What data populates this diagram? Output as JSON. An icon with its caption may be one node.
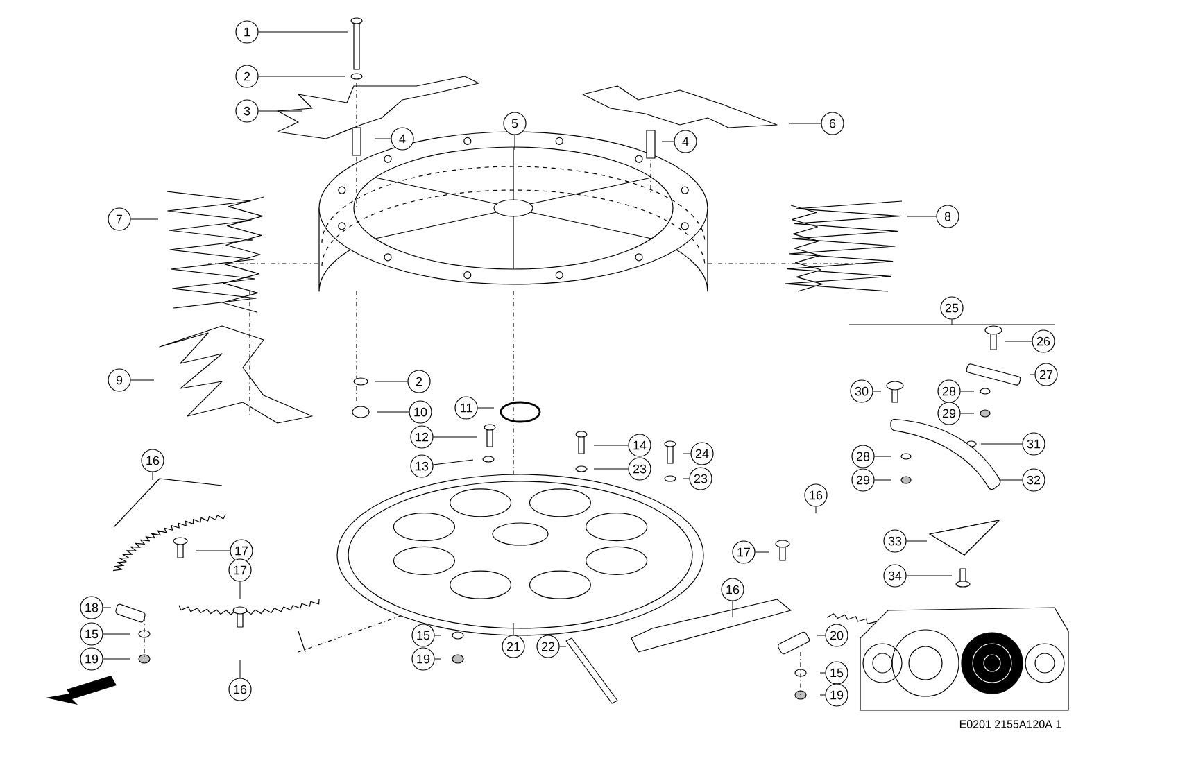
{
  "diagram": {
    "nodes": [
      {
        "text": [
          "1"
        ]
      },
      {
        "text": [
          "2"
        ]
      },
      {
        "text": [
          "3"
        ]
      },
      {
        "text": [
          "4"
        ]
      },
      {
        "text": [
          "5"
        ]
      },
      {
        "text": [
          "6"
        ]
      },
      {
        "text": [
          "4"
        ]
      },
      {
        "text": [
          "7"
        ]
      },
      {
        "text": [
          "8"
        ]
      },
      {
        "text": [
          "25"
        ]
      },
      {
        "text": [
          "26"
        ]
      },
      {
        "text": [
          "27"
        ]
      },
      {
        "text": [
          "9"
        ]
      },
      {
        "text": [
          "2"
        ]
      },
      {
        "text": [
          "10"
        ]
      },
      {
        "text": [
          "11"
        ]
      },
      {
        "text": [
          "28"
        ]
      },
      {
        "text": [
          "29"
        ]
      },
      {
        "text": [
          "30"
        ]
      },
      {
        "text": [
          "12"
        ]
      },
      {
        "text": [
          "14"
        ]
      },
      {
        "text": [
          "24"
        ]
      },
      {
        "text": [
          "13"
        ]
      },
      {
        "text": [
          "23"
        ]
      },
      {
        "text": [
          "23"
        ]
      },
      {
        "text": [
          "16"
        ]
      },
      {
        "text": [
          "28"
        ]
      },
      {
        "text": [
          "31"
        ]
      },
      {
        "text": [
          "29"
        ]
      },
      {
        "text": [
          "32"
        ]
      },
      {
        "text": [
          "16"
        ]
      },
      {
        "text": [
          "17"
        ]
      },
      {
        "text": [
          "33"
        ]
      },
      {
        "text": [
          "17"
        ]
      },
      {
        "text": [
          "34"
        ]
      },
      {
        "text": [
          "17"
        ]
      },
      {
        "text": [
          "18"
        ]
      },
      {
        "text": [
          "16"
        ]
      },
      {
        "text": [
          "20"
        ]
      },
      {
        "text": [
          "15"
        ]
      },
      {
        "text": [
          "15"
        ]
      },
      {
        "text": [
          "19"
        ]
      },
      {
        "text": [
          "19"
        ]
      },
      {
        "text": [
          "21"
        ]
      },
      {
        "text": [
          "22"
        ]
      },
      {
        "text": [
          "15"
        ]
      },
      {
        "text": [
          "19"
        ]
      },
      {
        "text": [
          "16"
        ]
      }
    ],
    "edges": [
      {
        "from": 0,
        "to": null,
        "arrow": "none"
      },
      {
        "from": 1,
        "to": null,
        "arrow": "none"
      },
      {
        "from": 2,
        "to": null,
        "arrow": "none"
      },
      {
        "from": 3,
        "to": null,
        "arrow": "none"
      },
      {
        "from": 4,
        "to": null,
        "arrow": "none"
      },
      {
        "from": 5,
        "to": null,
        "arrow": "none"
      },
      {
        "from": 6,
        "to": null,
        "arrow": "none"
      },
      {
        "from": 7,
        "to": null,
        "arrow": "none"
      },
      {
        "from": 8,
        "to": null,
        "arrow": "none"
      },
      {
        "from": 9,
        "to": null,
        "arrow": "none"
      },
      {
        "from": 10,
        "to": null,
        "arrow": "none"
      },
      {
        "from": 11,
        "to": null,
        "arrow": "none"
      },
      {
        "from": 12,
        "to": null,
        "arrow": "none"
      },
      {
        "from": 13,
        "to": null,
        "arrow": "none"
      },
      {
        "from": 14,
        "to": null,
        "arrow": "none"
      },
      {
        "from": 15,
        "to": null,
        "arrow": "none"
      },
      {
        "from": 16,
        "to": null,
        "arrow": "none"
      },
      {
        "from": 17,
        "to": null,
        "arrow": "none"
      },
      {
        "from": 18,
        "to": null,
        "arrow": "none"
      },
      {
        "from": 19,
        "to": null,
        "arrow": "none"
      },
      {
        "from": 20,
        "to": null,
        "arrow": "none"
      },
      {
        "from": 21,
        "to": null,
        "arrow": "none"
      },
      {
        "from": 22,
        "to": null,
        "arrow": "none"
      },
      {
        "from": 23,
        "to": null,
        "arrow": "none"
      },
      {
        "from": 24,
        "to": null,
        "arrow": "none"
      },
      {
        "from": 25,
        "to": null,
        "arrow": "none"
      },
      {
        "from": 26,
        "to": null,
        "arrow": "none"
      },
      {
        "from": 27,
        "to": null,
        "arrow": "none"
      },
      {
        "from": 28,
        "to": null,
        "arrow": "none"
      },
      {
        "from": 29,
        "to": null,
        "arrow": "none"
      },
      {
        "from": 30,
        "to": null,
        "arrow": "none"
      },
      {
        "from": 31,
        "to": null,
        "arrow": "none"
      },
      {
        "from": 32,
        "to": null,
        "arrow": "none"
      },
      {
        "from": 33,
        "to": null,
        "arrow": "none"
      },
      {
        "from": 34,
        "to": null,
        "arrow": "none"
      },
      {
        "from": 35,
        "to": null,
        "arrow": "none"
      },
      {
        "from": 36,
        "to": null,
        "arrow": "none"
      },
      {
        "from": 37,
        "to": null,
        "arrow": "none"
      },
      {
        "from": 38,
        "to": null,
        "arrow": "none"
      },
      {
        "from": 39,
        "to": null,
        "arrow": "none"
      },
      {
        "from": 40,
        "to": null,
        "arrow": "none"
      },
      {
        "from": 41,
        "to": null,
        "arrow": "none"
      },
      {
        "from": 42,
        "to": null,
        "arrow": "none"
      },
      {
        "from": 43,
        "to": null,
        "arrow": "none"
      },
      {
        "from": 44,
        "to": null,
        "arrow": "none"
      },
      {
        "from": 45,
        "to": null,
        "arrow": "none"
      },
      {
        "from": 46,
        "to": null,
        "arrow": "none"
      },
      {
        "from": 47,
        "to": null,
        "arrow": "none"
      }
    ],
    "labels": [
      "E0201 2155A120A 1"
    ]
  }
}
